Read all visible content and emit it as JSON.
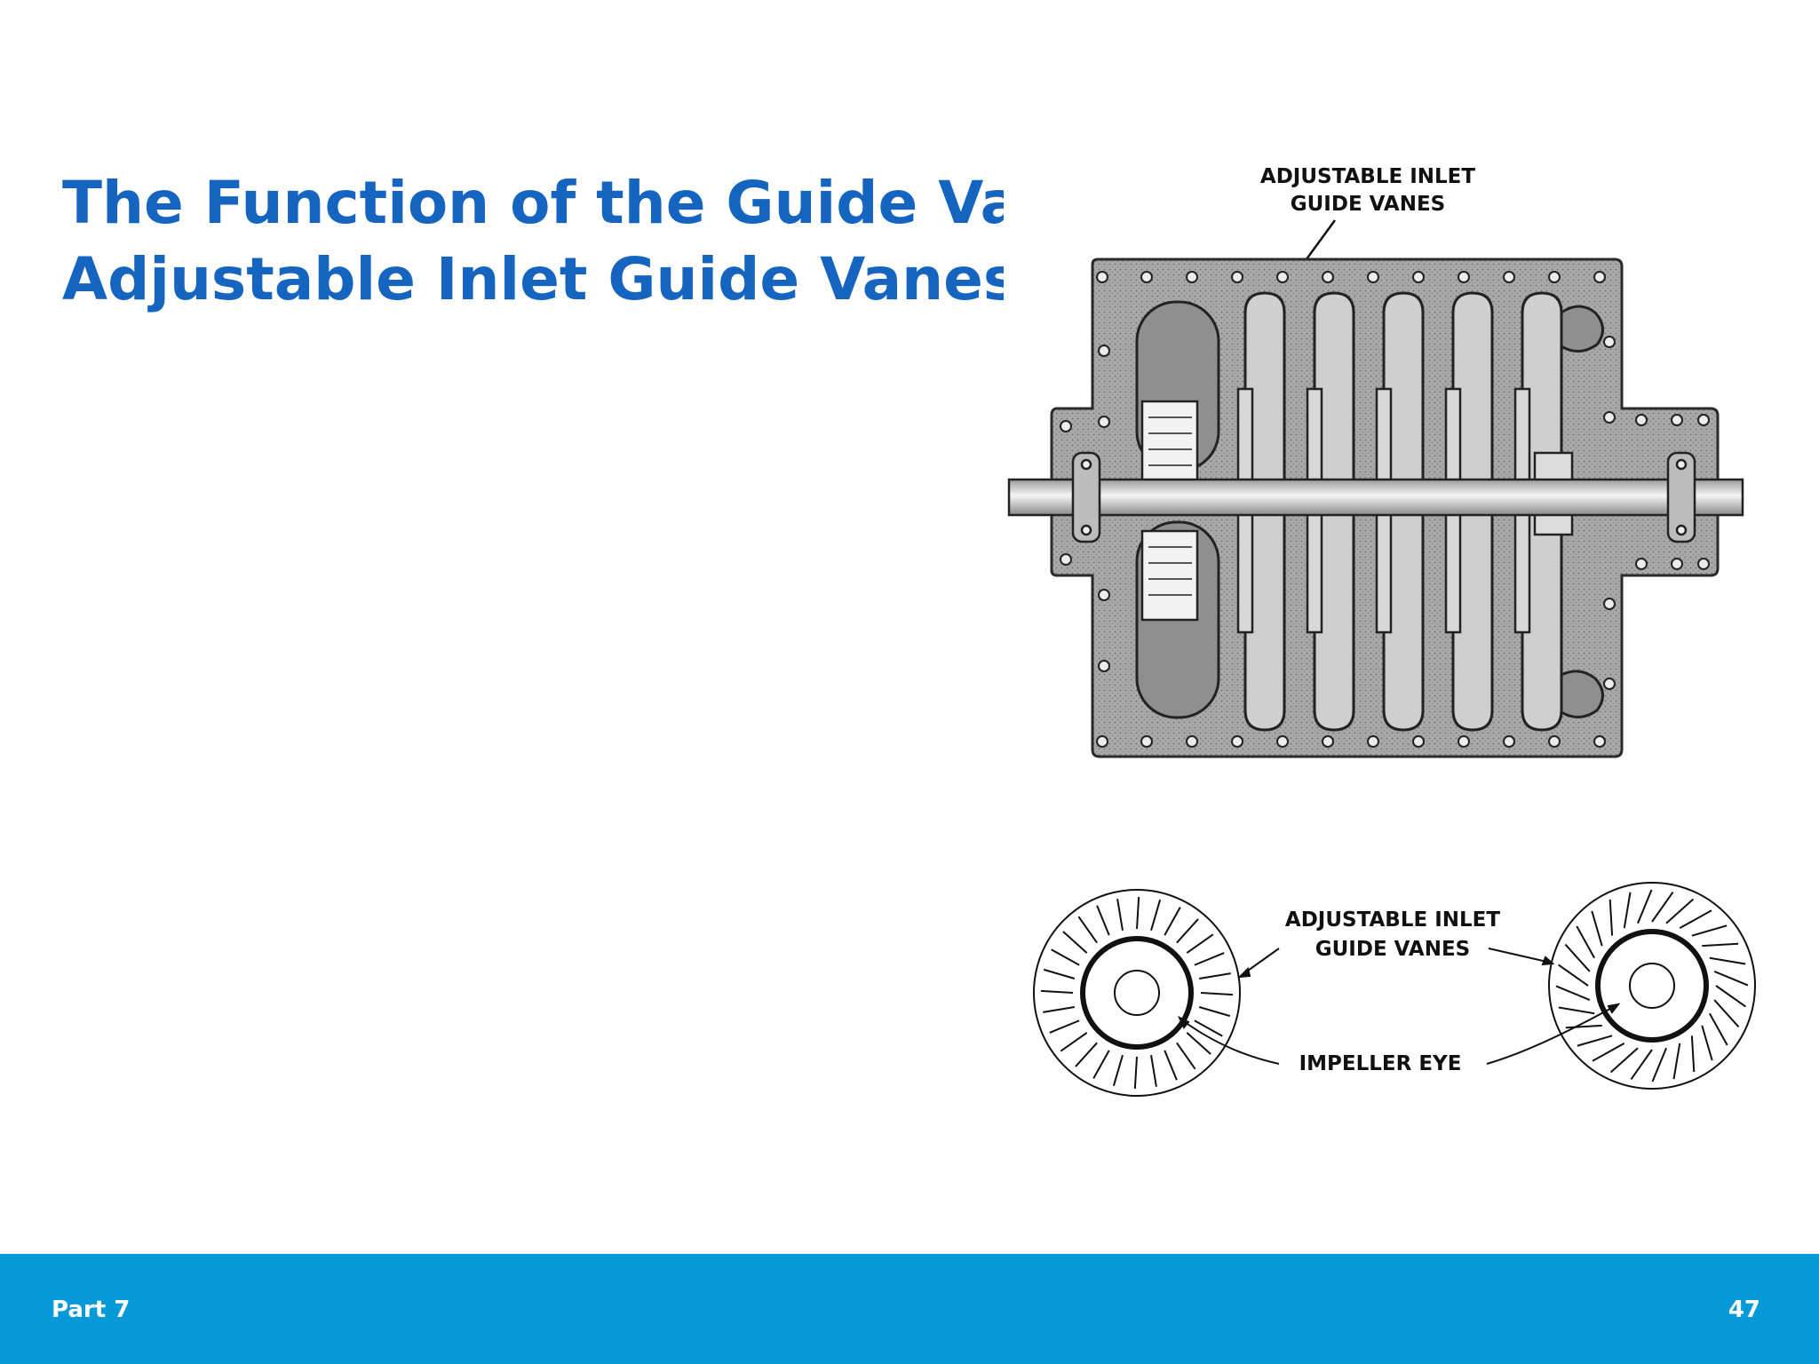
{
  "slide": {
    "title_line1": "The Function of the Guide Vane",
    "title_line2": "Adjustable  Inlet Guide Vanes"
  },
  "diagram_top": {
    "label_line1": "ADJUSTABLE  INLET",
    "label_line2": "GUIDE  VANES"
  },
  "diagram_bottom": {
    "vanes_label_line1": "ADJUSTABLE  INLET",
    "vanes_label_line2": "GUIDE  VANES",
    "eye_label": "IMPELLER  EYE"
  },
  "footer": {
    "section": "Part 7",
    "page_number": "47"
  },
  "colors": {
    "title": "#1565c0",
    "footer_bar": "#0599d9",
    "footer_text": "#ffffff"
  }
}
